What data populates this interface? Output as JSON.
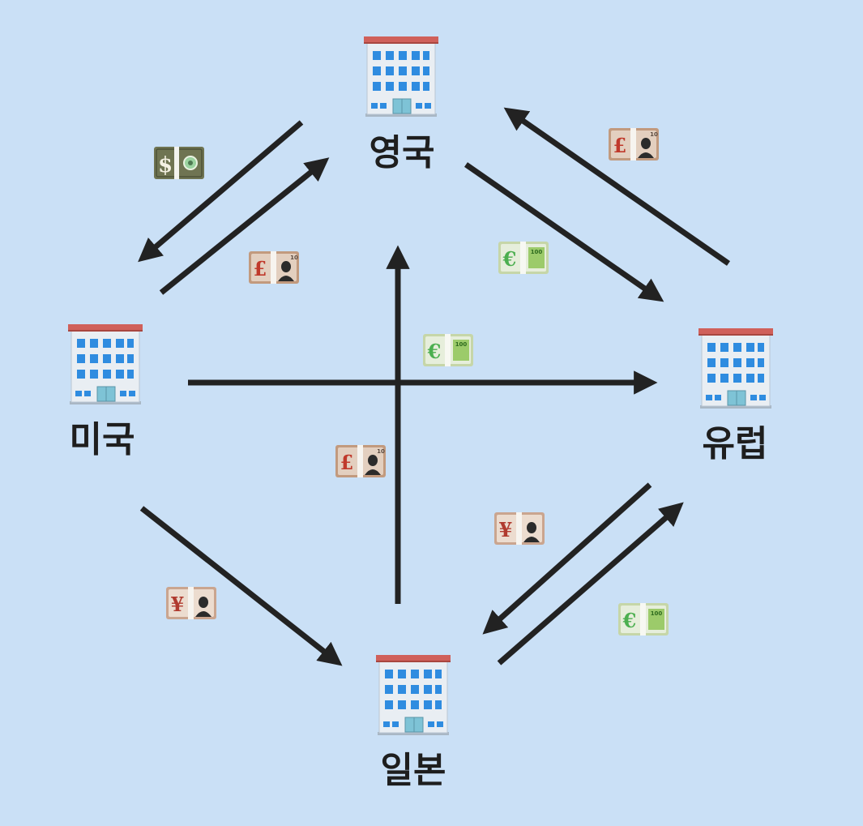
{
  "nodes": {
    "uk": {
      "label": "영국"
    },
    "us": {
      "label": "미국"
    },
    "eu": {
      "label": "유럽"
    },
    "jp": {
      "label": "일본"
    }
  },
  "flows": [
    {
      "from": "uk",
      "to": "us",
      "currency": "dollar",
      "symbol": "$"
    },
    {
      "from": "us",
      "to": "uk",
      "currency": "pound",
      "symbol": "£"
    },
    {
      "from": "eu",
      "to": "uk",
      "currency": "pound",
      "symbol": "£"
    },
    {
      "from": "uk",
      "to": "eu",
      "currency": "euro",
      "symbol": "€"
    },
    {
      "from": "us",
      "to": "eu",
      "currency": "euro",
      "symbol": "€"
    },
    {
      "from": "jp",
      "to": "uk",
      "currency": "pound",
      "symbol": "£"
    },
    {
      "from": "us",
      "to": "jp",
      "currency": "yen",
      "symbol": "¥"
    },
    {
      "from": "eu",
      "to": "jp",
      "currency": "yen",
      "symbol": "¥"
    },
    {
      "from": "jp",
      "to": "eu",
      "currency": "euro",
      "symbol": "€"
    }
  ],
  "note_numbers": {
    "pound": "10",
    "euro": "100"
  },
  "colors": {
    "background": "#cae0f6",
    "arrow": "#222222",
    "label": "#1e1e1e",
    "dollar_note": "#6f7452",
    "pound_note": "#c29a7e",
    "euro_note": "#c6d6a8",
    "yen_note": "#caa58f"
  },
  "icons": {
    "bank": "office-building-icon",
    "dollar": "dollar-banknote-icon",
    "pound": "pound-banknote-icon",
    "euro": "euro-banknote-icon",
    "yen": "yen-banknote-icon"
  }
}
